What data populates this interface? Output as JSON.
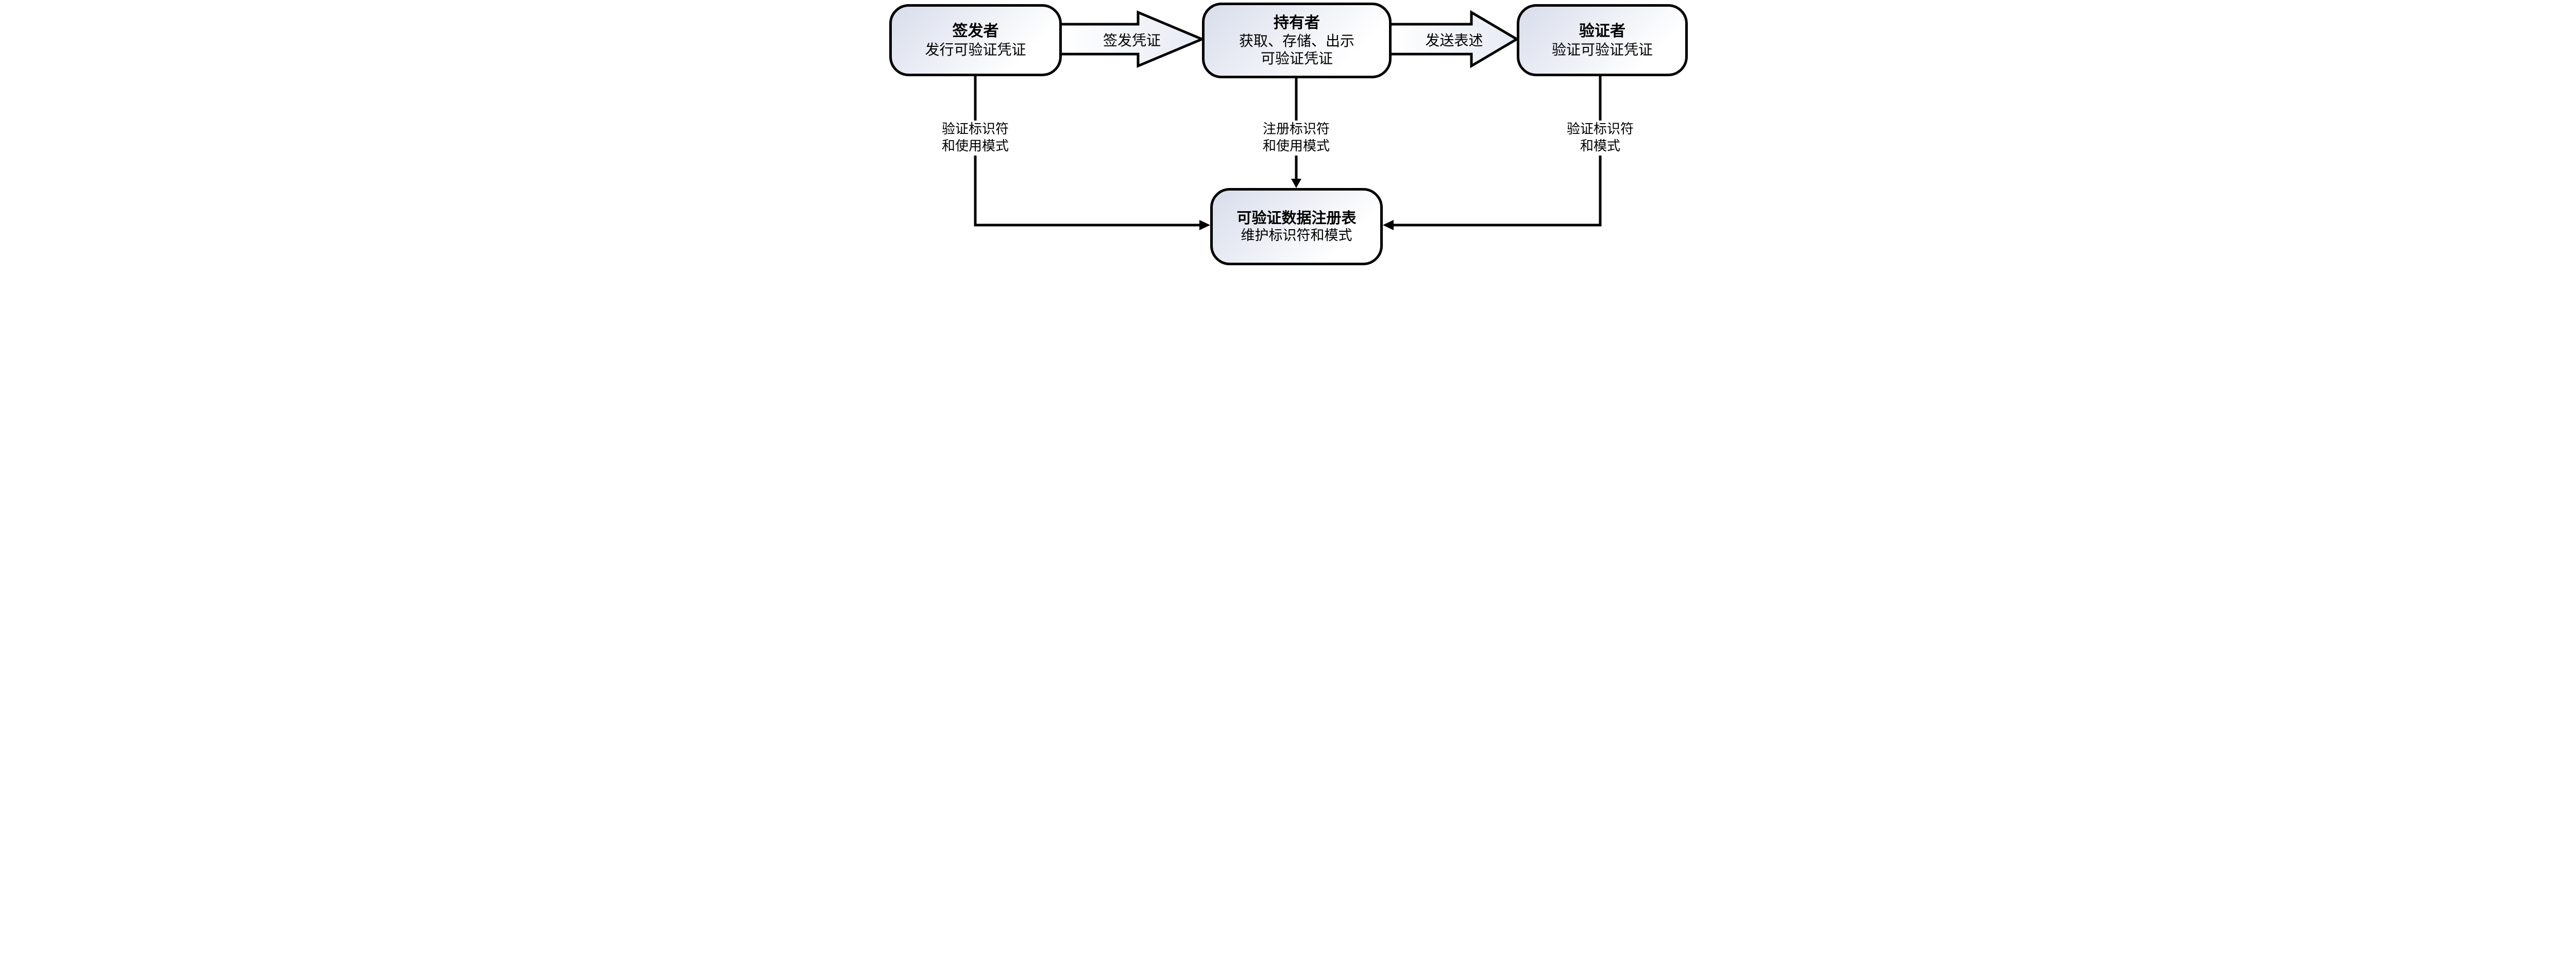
{
  "diagram": {
    "background_color": "#ffffff",
    "stroke_color": "#000000",
    "box_fill_gradient": [
      "#d8ddeb",
      "#ffffff"
    ],
    "arrow_fill_gradient": [
      "#ffffff",
      "#e6eaf3"
    ],
    "nodes": {
      "issuer": {
        "title": "签发者",
        "lines": [
          "发行可验证凭证"
        ]
      },
      "holder": {
        "title": "持有者",
        "lines": [
          "获取、存储、出示",
          "可验证凭证"
        ]
      },
      "verifier": {
        "title": "验证者",
        "lines": [
          "验证可验证凭证"
        ]
      },
      "registry": {
        "title": "可验证数据注册表",
        "lines": [
          "维护标识符和模式"
        ]
      }
    },
    "block_arrows": {
      "issue": {
        "label": "签发凭证",
        "from": "issuer",
        "to": "holder"
      },
      "present": {
        "label": "发送表述",
        "from": "holder",
        "to": "verifier"
      }
    },
    "connectors": {
      "issuer_registry": {
        "label_line1": "验证标识符",
        "label_line2": "和使用模式"
      },
      "holder_registry": {
        "label_line1": "注册标识符",
        "label_line2": "和使用模式"
      },
      "verifier_registry": {
        "label_line1": "验证标识符",
        "label_line2": "和模式"
      }
    }
  }
}
